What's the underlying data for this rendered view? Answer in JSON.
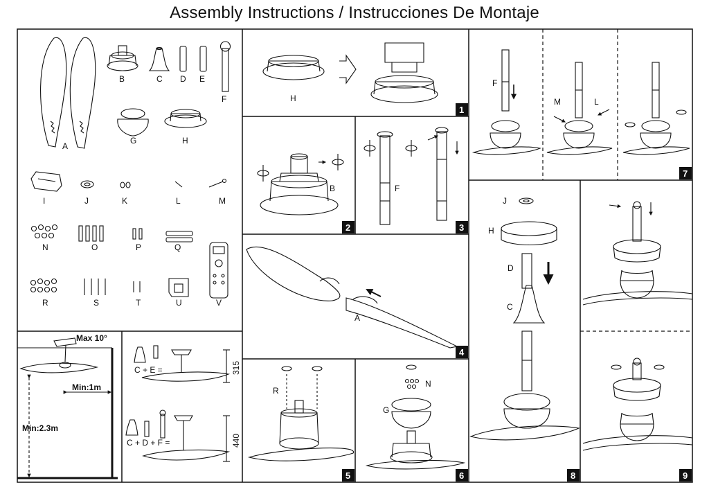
{
  "title": "Assembly Instructions / Instrucciones De Montaje",
  "parts": {
    "A": "A",
    "B": "B",
    "C": "C",
    "D": "D",
    "E": "E",
    "F": "F",
    "G": "G",
    "H": "H",
    "I": "I",
    "J": "J",
    "K": "K",
    "L": "L",
    "M": "M",
    "N": "N",
    "O": "O",
    "P": "P",
    "Q": "Q",
    "R": "R",
    "S": "S",
    "T": "T",
    "U": "U",
    "V": "V"
  },
  "install": {
    "max_angle": "Max 10°",
    "min_wall": "Min:1m",
    "min_height": "Min:2.3m",
    "formula_short": "C + E =",
    "formula_long": "C + D + F =",
    "height_short": "315",
    "height_long": "440"
  },
  "steps": [
    "1",
    "2",
    "3",
    "4",
    "5",
    "6",
    "7",
    "8",
    "9"
  ],
  "step_labels": {
    "s1_h": "H",
    "s2_b": "B",
    "s3_f": "F",
    "s4_a": "A",
    "s5_r": "R",
    "s6_n": "N",
    "s6_g": "G",
    "s7_f": "F",
    "s7_m": "M",
    "s7_l": "L",
    "s8_j": "J",
    "s8_h": "H",
    "s8_d": "D",
    "s8_c": "C"
  }
}
